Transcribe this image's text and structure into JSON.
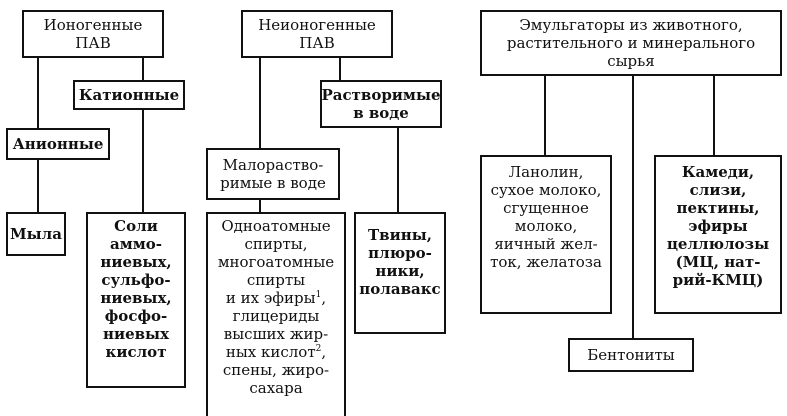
{
  "nodes": {
    "ionic": "Ионогенные\nПАВ",
    "nonionic": "Неионогенные\nПАВ",
    "natural": "Эмульгаторы из животного,\nрастительного и минерального\nсырья",
    "cationic": "Катионные",
    "anionic": "Анионные",
    "soluble": "Растворимые\nв воде",
    "sparingly_soluble": "Малораство-\nримые в воде",
    "soaps": "Мыла",
    "salts": "Соли\nаммо-\nниевых,\nсульфо-\nниевых,\nфосфо-\nниевых\nкислот",
    "alcohols_part1": "Одноатомные\nспирты,\nмногоатомные\nспирты\nи их эфиры",
    "alcohols_sup1": "1",
    "alcohols_part2": ",\nглицериды\nвысших жир-\nных кислот",
    "alcohols_sup2": "2",
    "alcohols_part3": ",\nспены, жиро-\nсахара",
    "tweens": "Твины,\nплюро-\nники,\nполавакс",
    "lanolin": "Ланолин,\nсухое молоко,\nсгущенное\nмолоко,\nяичный жел-\nток, желатоза",
    "gums": "Камеди,\nслизи,\nпектины,\nэфиры\nцеллюлозы\n(МЦ, нат-\nрий-КМЦ)",
    "bentonites": "Бентониты"
  },
  "colors": {
    "line": "#111111",
    "background": "#ffffff"
  }
}
